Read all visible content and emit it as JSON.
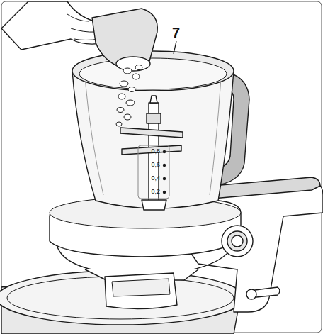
{
  "diagram": {
    "labels": [
      "7",
      "0,8",
      "0,6",
      "0,4",
      "0,2"
    ]
  }
}
